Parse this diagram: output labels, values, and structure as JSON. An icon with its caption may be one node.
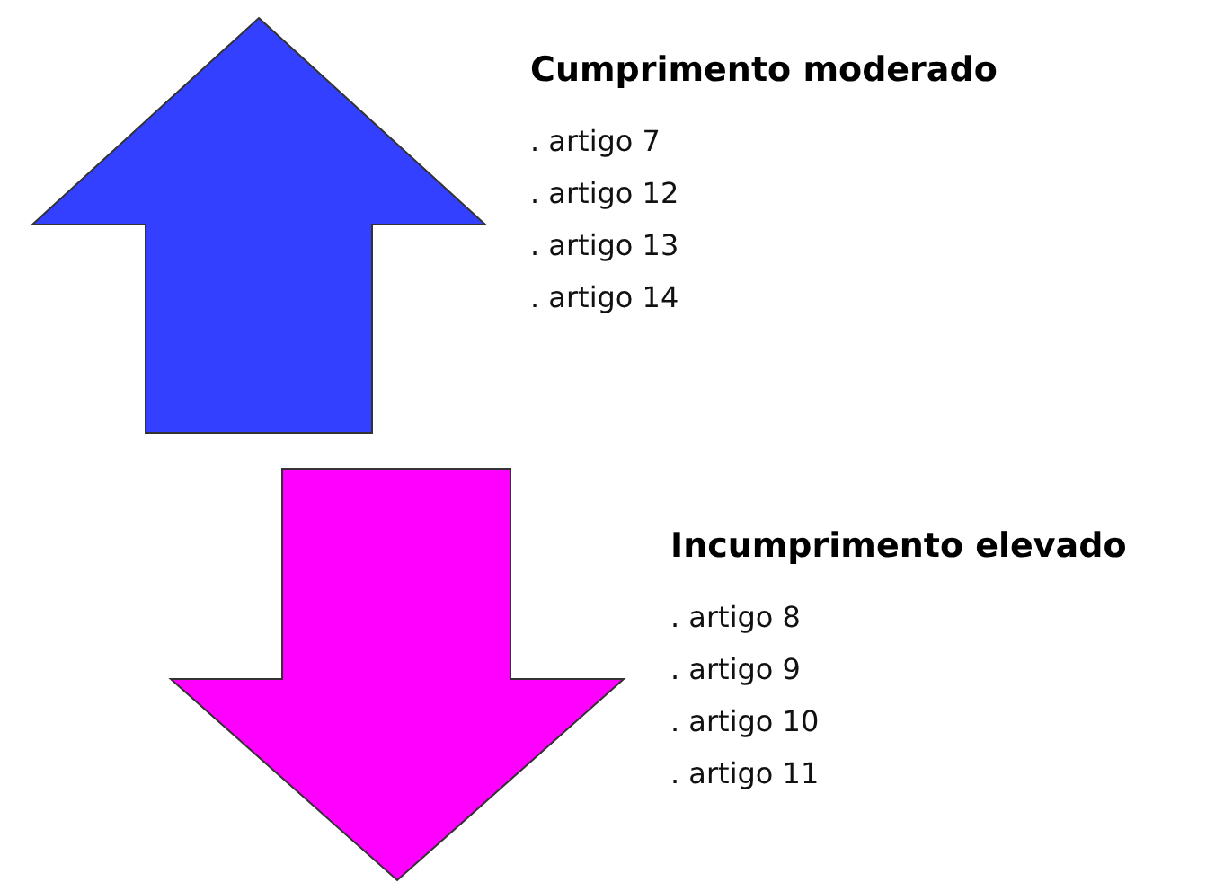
{
  "diagram": {
    "labels": [
      "Cumprimento moderado",
      ". artigo 7",
      ". artigo 12",
      ". artigo 13",
      ". artigo 14",
      "Incumprimento elevado",
      ". artigo 8",
      ". artigo 9",
      ". artigo 10",
      ". artigo 11"
    ]
  }
}
